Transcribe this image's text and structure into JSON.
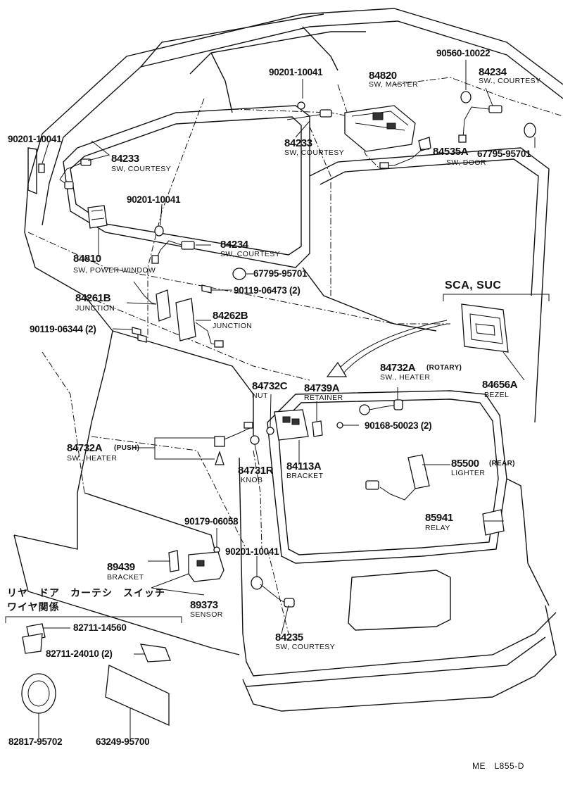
{
  "labels": {
    "p90201_top": "90201-10041",
    "p84820": "84820",
    "sw_master": "SW, MASTER",
    "p90560": "90560-10022",
    "p84234_top": "84234",
    "sw_courtesy_top": "SW., COURTESY",
    "p90201_left": "90201-10041",
    "p84233_left": "84233",
    "sw_courtesy_left": "SW, COURTESY",
    "p84233_mid": "84233",
    "sw_courtesy_mid": "SW, COURTESY",
    "p84535A": "84535A",
    "sw_door": "SW, DOOR",
    "p67795_right": "67795-95701",
    "p90201_mid": "90201-10041",
    "p84234_mid": "84234",
    "sw_courtesy_mid2": "SW, COURTESY",
    "p84810": "84810",
    "sw_power_window": "SW, POWER WINDOW",
    "p67795_mid": "67795-95701",
    "p90119_06473": "90119-06473 (2)",
    "p84261B": "84261B",
    "junction_1": "JUNCTION",
    "p84262B": "84262B",
    "junction_2": "JUNCTION",
    "p90119_06344": "90119-06344 (2)",
    "sca_suc": "SCA, SUC",
    "p84732A_rotary": "84732A",
    "rotary": "(ROTARY)",
    "sw_heater_r": "SW., HEATER",
    "p84656A": "84656A",
    "bezel": "BEZEL",
    "p84732C": "84732C",
    "nut": "NUT",
    "p84739A": "84739A",
    "retainer": "RETAINER",
    "p90168": "90168-50023 (2)",
    "p84732A_push": "84732A",
    "push": "(PUSH)",
    "sw_heater_l": "SW., HEATER",
    "p84731R": "84731R",
    "knob": "KNOB",
    "p84113A": "84113A",
    "bracket_1": "BRACKET",
    "p85500": "85500",
    "rear": "(REAR)",
    "lighter": "LIGHTER",
    "p90179": "90179-06058",
    "p85941": "85941",
    "relay": "RELAY",
    "p89439": "89439",
    "bracket_2": "BRACKET",
    "p90201_low": "90201-10041",
    "jp_line1": "リヤ　ドア　カーテシ　スイッチ",
    "jp_line2": "ワイヤ関係",
    "p89373": "89373",
    "sensor": "SENSOR",
    "p82711_14560": "82711-14560",
    "p82711_24010": "82711-24010 (2)",
    "p84235": "84235",
    "sw_courtesy_low": "SW, COURTESY",
    "p82817": "82817-95702",
    "p63249": "63249-95700",
    "footer": "ME　L855-D"
  }
}
